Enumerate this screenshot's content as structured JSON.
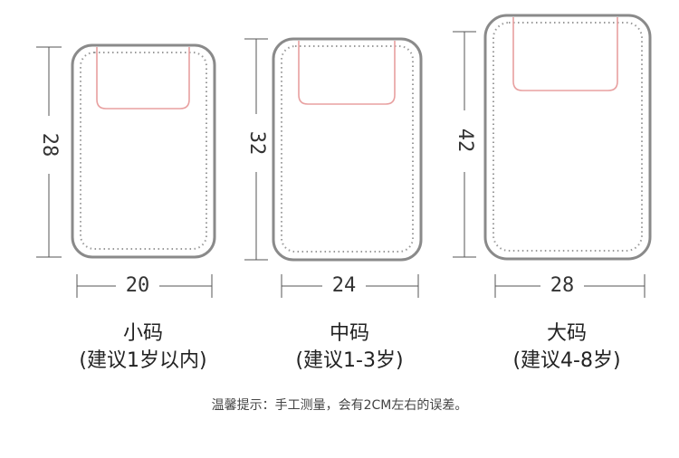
{
  "diagram": {
    "items": [
      {
        "name": "小码",
        "advice": "(建议1岁以内)",
        "width": "20",
        "height": "28"
      },
      {
        "name": "中码",
        "advice": "(建议1-3岁)",
        "width": "24",
        "height": "32"
      },
      {
        "name": "大码",
        "advice": "(建议4-8岁)",
        "width": "28",
        "height": "42"
      }
    ],
    "note": "温馨提示：手工测量，会有2CM左右的误差。",
    "colors": {
      "outline": "#8a8a8a",
      "stitch": "#9a9a9a",
      "pocket": "#e8a0a0",
      "dimension": "#555555"
    }
  }
}
